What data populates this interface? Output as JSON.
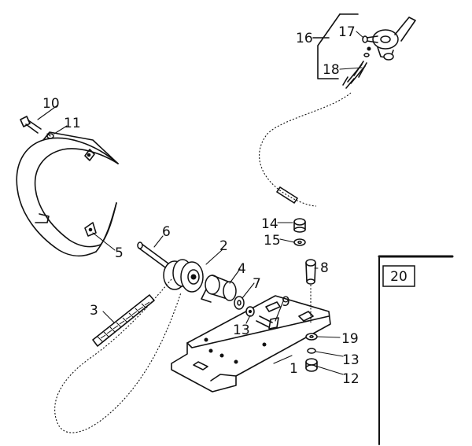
{
  "diagram": {
    "page_number": "20",
    "callouts": [
      {
        "id": "c1",
        "label": "1"
      },
      {
        "id": "c2",
        "label": "2"
      },
      {
        "id": "c3",
        "label": "3"
      },
      {
        "id": "c4",
        "label": "4"
      },
      {
        "id": "c5",
        "label": "5"
      },
      {
        "id": "c6",
        "label": "6"
      },
      {
        "id": "c7",
        "label": "7"
      },
      {
        "id": "c8",
        "label": "8"
      },
      {
        "id": "c9",
        "label": "9"
      },
      {
        "id": "c10",
        "label": "10"
      },
      {
        "id": "c11",
        "label": "11"
      },
      {
        "id": "c12",
        "label": "12"
      },
      {
        "id": "c13a",
        "label": "13"
      },
      {
        "id": "c13b",
        "label": "13"
      },
      {
        "id": "c14",
        "label": "14"
      },
      {
        "id": "c15",
        "label": "15"
      },
      {
        "id": "c16",
        "label": "16"
      },
      {
        "id": "c17",
        "label": "17"
      },
      {
        "id": "c18",
        "label": "18"
      },
      {
        "id": "c19",
        "label": "19"
      }
    ]
  }
}
